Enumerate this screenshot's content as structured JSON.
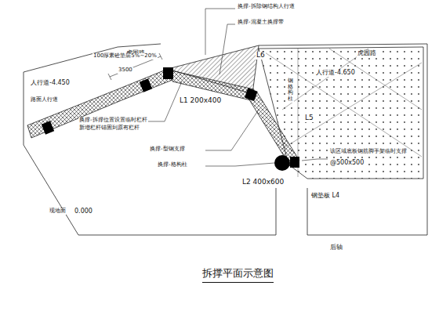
{
  "diagram": {
    "caption": "拆撑平面示意图",
    "labels": [
      "换撑-拆除钢结构人行道",
      "换撑-混凝土换撑带",
      "虎园路",
      "虎园路",
      "100厚素砼垫层5%~20%",
      "3500",
      "人行道-4.450",
      "路面人行道",
      "L6",
      "人行道-4.650",
      "钢格构柱",
      "L1 200x400",
      "L5",
      "换撑-拆撑位置设置临时栏杆",
      "新增栏杆锚固到原有栏杆",
      "L2 400x600",
      "换撑-型钢支撑",
      "换撑-格构柱",
      "该区域底板钢筋脚手架临时支撑",
      "钢垫板 L4",
      "@500x500",
      "现地面",
      "0.000",
      "后轴"
    ]
  }
}
